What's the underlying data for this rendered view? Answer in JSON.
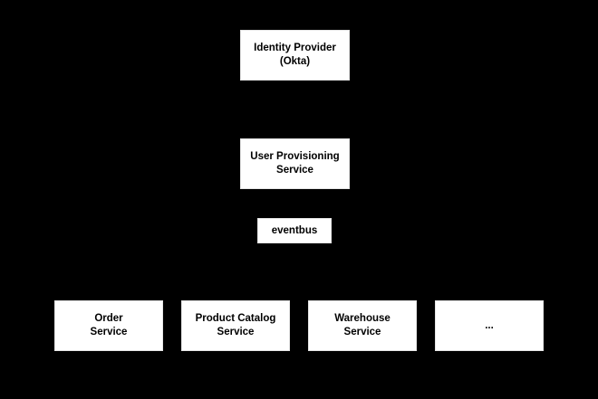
{
  "diagram": {
    "background_color": "#000000",
    "node_fill_color": "#ffffff",
    "node_text_color": "#000000",
    "nodes": [
      {
        "id": "identity-provider-okta",
        "lines": [
          "Identity Provider",
          "(Okta)"
        ]
      },
      {
        "id": "user-provisioning-service",
        "lines": [
          "User Provisioning",
          "Service"
        ]
      },
      {
        "id": "eventbus",
        "lines": [
          "eventbus"
        ]
      },
      {
        "id": "order-service",
        "lines": [
          "Order",
          "Service"
        ]
      },
      {
        "id": "product-catalog-service",
        "lines": [
          "Product Catalog",
          "Service"
        ]
      },
      {
        "id": "warehouse-service",
        "lines": [
          "Warehouse",
          "Service"
        ]
      },
      {
        "id": "ellipsis",
        "lines": [
          "..."
        ]
      }
    ]
  }
}
